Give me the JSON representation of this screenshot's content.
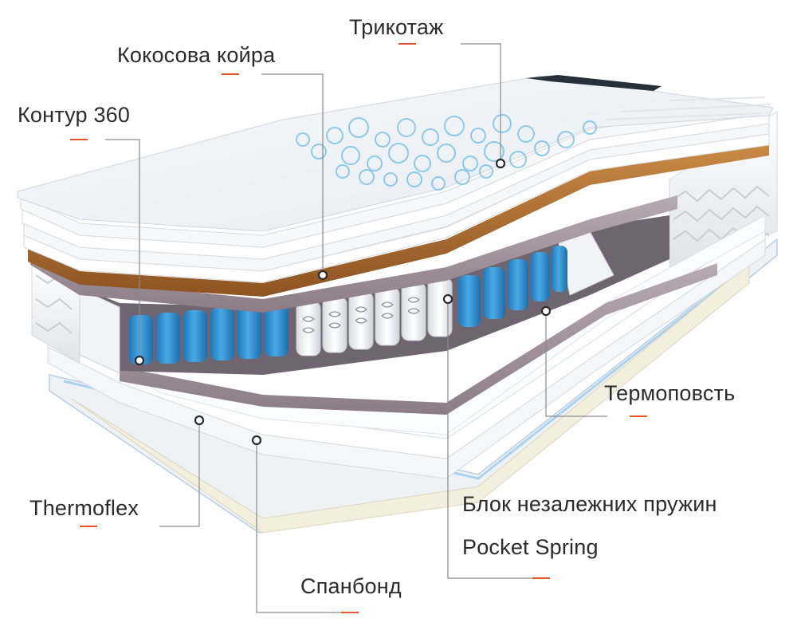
{
  "labels": {
    "trykotazh": "Трикотаж",
    "kokos": "Кокосова койра",
    "kontur": "Контур 360",
    "termopovst": "Термоповсть",
    "thermoflex": "Thermoflex",
    "blok": "Блок незалежних пружин",
    "pocket": "Pocket Spring",
    "spanbond": "Спанбонд"
  },
  "colors": {
    "accent": "#e8542a",
    "leader": "#8a8a8a",
    "coir": "#a8652a",
    "felt": "#9d8e96",
    "pocket_blue": "#2f8fd0",
    "cover_pattern": "#7cc3e8"
  },
  "icons": [
    "leader-dot-marker"
  ]
}
